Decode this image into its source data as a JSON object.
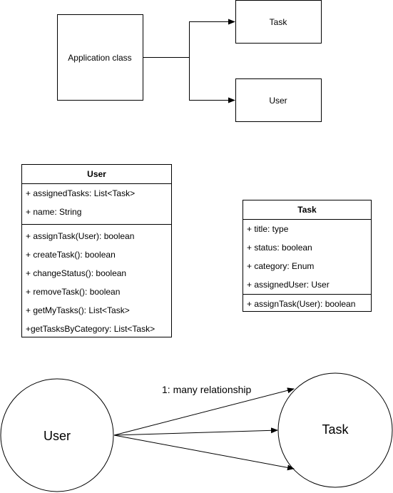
{
  "top_diagram": {
    "application_label": "Application class",
    "task_label": "Task",
    "user_label": "User"
  },
  "user_class": {
    "name": "User",
    "attributes": [
      "+ assignedTasks: List<Task>",
      "+ name: String"
    ],
    "methods": [
      "+ assignTask(User): boolean",
      "+ createTask(): boolean",
      "+ changeStatus(): boolean",
      "+ removeTask(): boolean",
      "+ getMyTasks(): List<Task>",
      "+getTasksByCategory: List<Task>"
    ]
  },
  "task_class": {
    "name": "Task",
    "attributes": [
      "+ title: type",
      "+ status: boolean",
      "+ category: Enum",
      "+ assignedUser: User"
    ],
    "methods": [
      "+ assignTask(User): boolean"
    ]
  },
  "relationship": {
    "left_label": "User",
    "right_label": "Task",
    "edge_label": "1: many relationship"
  }
}
